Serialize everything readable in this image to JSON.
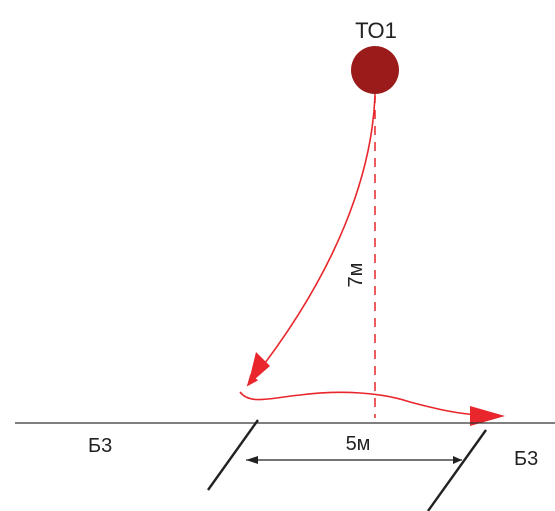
{
  "marker": {
    "label": "ТО1",
    "color": "#9b1b1b"
  },
  "distances": {
    "vertical": "7м",
    "horizontal": "5м"
  },
  "baseline": {
    "left_label": "Б3",
    "right_label": "Б3"
  },
  "colors": {
    "arrow": "#e8262b",
    "dashed": "#e8262b",
    "line": "#333333"
  }
}
